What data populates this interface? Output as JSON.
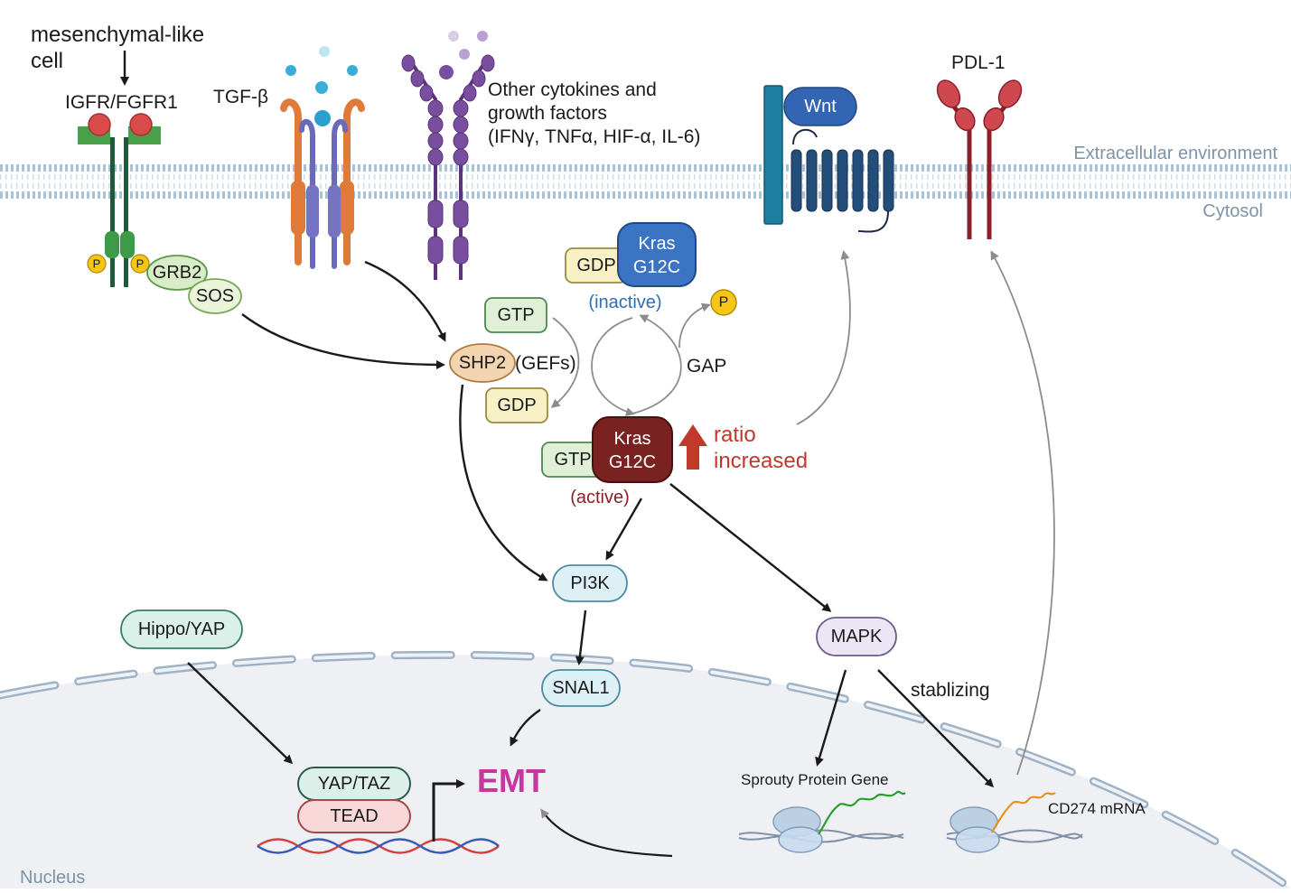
{
  "labels": {
    "mesenchymal_line1": "mesenchymal-like",
    "mesenchymal_line2": "cell",
    "igfr_fgfr1": "IGFR/FGFR1",
    "tgf_beta": "TGF-β",
    "other_cytokines_line1": "Other cytokines and",
    "other_cytokines_line2": "growth factors",
    "other_cytokines_line3": "(IFNγ, TNFα, HIF-α, IL-6)",
    "wnt": "Wnt",
    "pdl1": "PDL-1",
    "extracellular": "Extracellular environment",
    "cytosol": "Cytosol",
    "nucleus": "Nucleus",
    "phospho": "P",
    "grb2": "GRB2",
    "sos": "SOS",
    "shp2": "SHP2",
    "gefs": "(GEFs)",
    "gtp": "GTP",
    "gdp": "GDP",
    "kras_line1": "Kras",
    "kras_line2": "G12C",
    "inactive": "(inactive)",
    "active": "(active)",
    "gap": "GAP",
    "ratio_line1": "ratio",
    "ratio_line2": "increased",
    "pi3k": "PI3K",
    "snal1": "SNAL1",
    "mapk": "MAPK",
    "stabilizing": "stablizing",
    "hippo_yap": "Hippo/YAP",
    "yap_taz": "YAP/TAZ",
    "tead": "TEAD",
    "emt": "EMT",
    "sprouty": "Sprouty Protein Gene",
    "cd274": "CD274 mRNA"
  },
  "colors": {
    "membrane": "#a9c2d6",
    "igfr": "#1e5a3a",
    "igfr_cap": "#4aa14a",
    "ligand_red": "#d94a4a",
    "tgf_orange": "#e07a3a",
    "tgf_purple": "#6a6ab8",
    "tgf_ligand": "#3aaed8",
    "cytokine_purple": "#7a4e9e",
    "wnt_blue": "#3366b2",
    "frizzled": "#244e7a",
    "lrp_teal": "#1e7ea0",
    "pdl1_dark": "#8a1f2a",
    "pdl1_head": "#d0484f",
    "kras_inactive": "#3a74c2",
    "kras_active": "#7a2121",
    "ratio_red": "#c0392b",
    "emt_magenta": "#c7369f",
    "inactive_text": "#2f6db5",
    "active_text": "#8a1f2a",
    "phospho_yellow": "#f5c518",
    "nucleus_fill": "#eef0f4"
  }
}
